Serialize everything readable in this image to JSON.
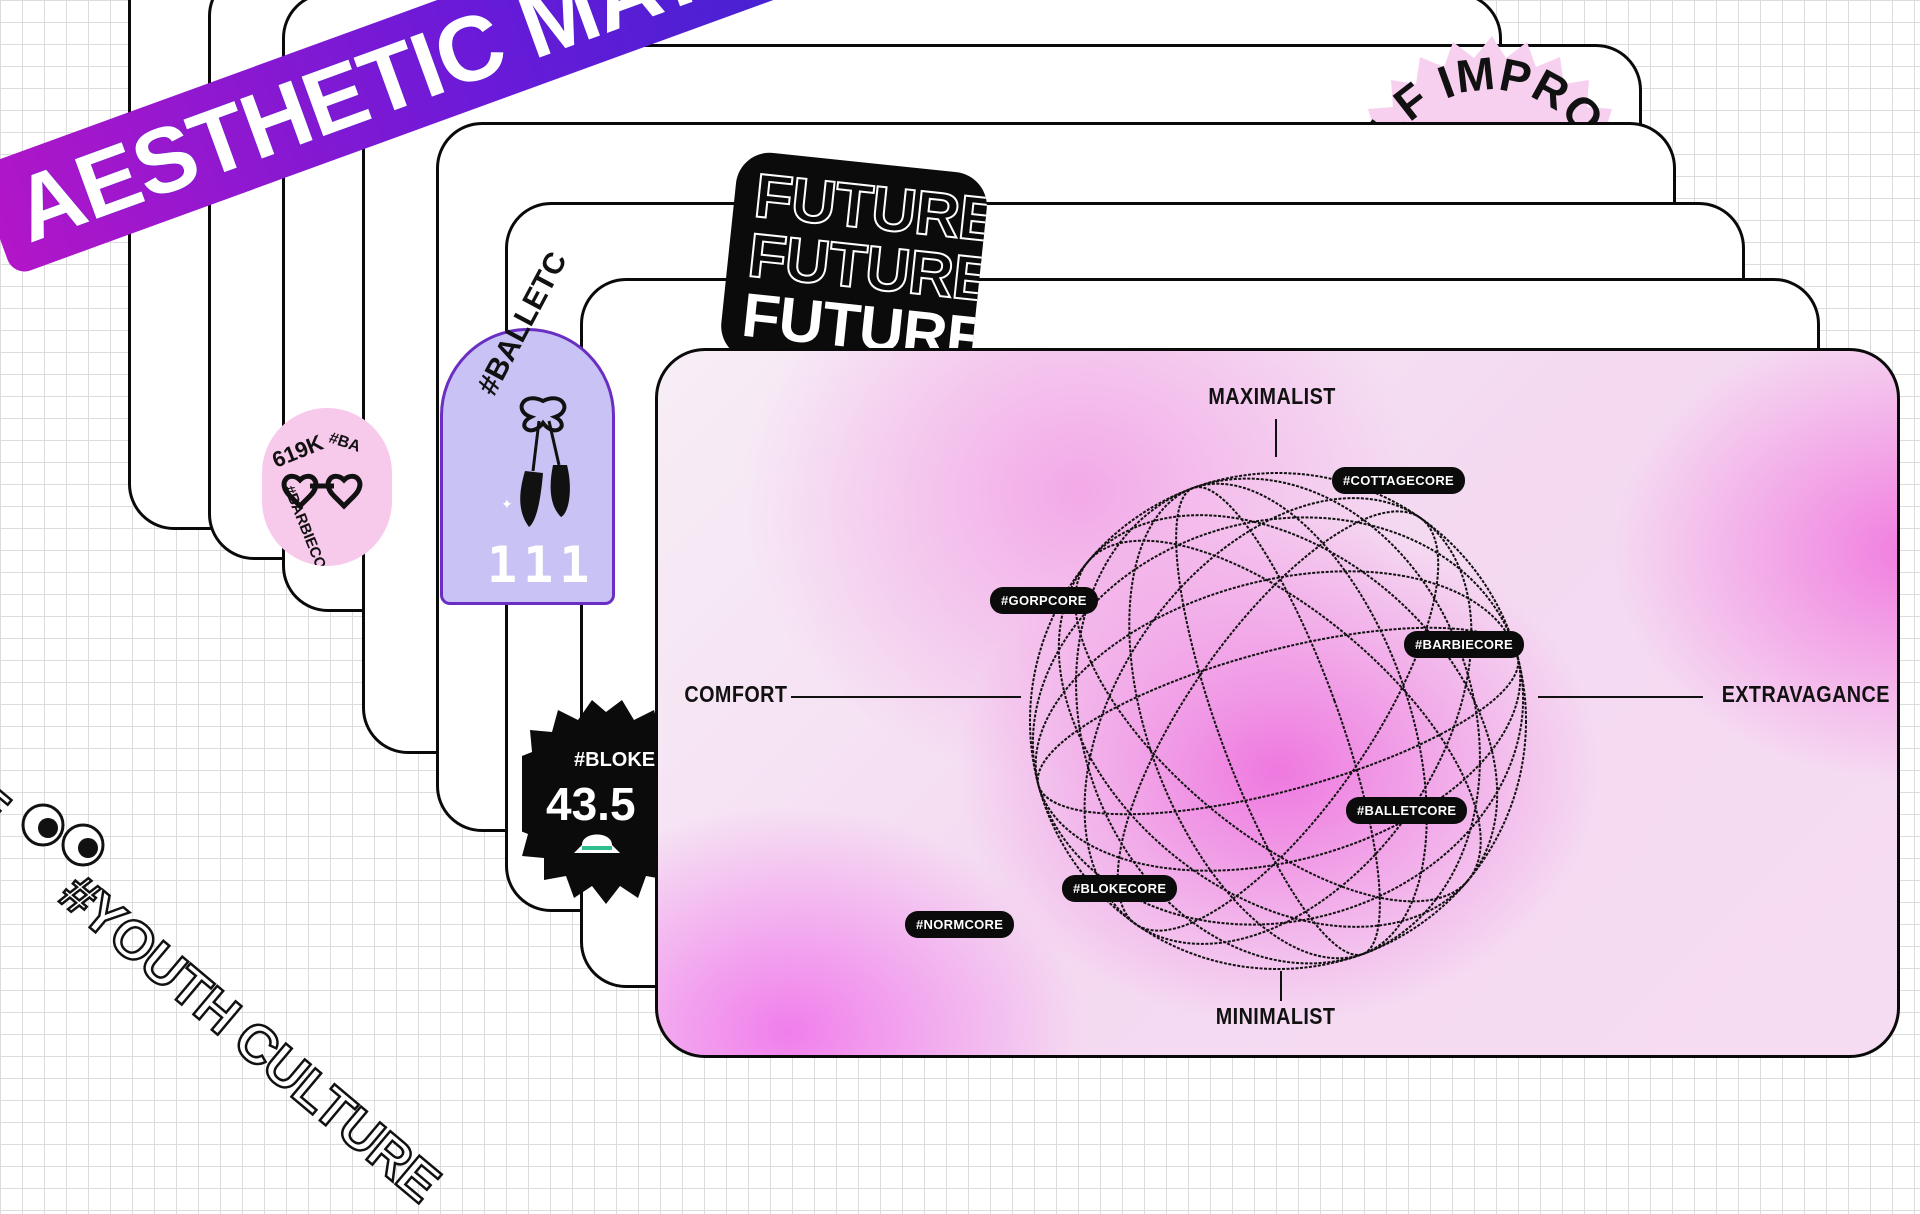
{
  "title": "AESTHETIC MATRIX",
  "future_sticker": {
    "lines": [
      "FUTURE",
      "FUTURE",
      "FUTURE"
    ]
  },
  "self_improvement_sticker": {
    "text": "SELF IMPROVEMENT"
  },
  "ballet_sticker": {
    "tag": "#BALLETC",
    "number": "111"
  },
  "barbie_sticker": {
    "count": "619K",
    "tag_top": "#BA",
    "tag_bottom": "#BARBIECORE"
  },
  "bloke_sticker": {
    "tag": "#BLOKECO",
    "number": "43.5"
  },
  "youth_banner": {
    "prefix": "E",
    "text": "#YOUTH CULTURE"
  },
  "matrix": {
    "axes": {
      "top": "MAXIMALIST",
      "bottom": "MINIMALIST",
      "left": "COMFORT",
      "right": "EXTRAVAGANCE"
    },
    "tags": [
      {
        "id": "cottagecore",
        "label": "#COTTAGECORE"
      },
      {
        "id": "gorpcore",
        "label": "#GORPCORE"
      },
      {
        "id": "barbiecore",
        "label": "#BARBIECORE"
      },
      {
        "id": "balletcore",
        "label": "#BALLETCORE"
      },
      {
        "id": "blokecore",
        "label": "#BLOKECORE"
      },
      {
        "id": "normcore",
        "label": "#NORMCORE"
      }
    ]
  },
  "colors": {
    "title_gradient_start": "#b216c8",
    "title_gradient_end": "#3a24d0",
    "matrix_pink": "#ee6ede",
    "ballet_lavender": "#c9c3f5",
    "barbie_pink": "#f7c9ea",
    "self_pink": "#f7d0ef"
  }
}
